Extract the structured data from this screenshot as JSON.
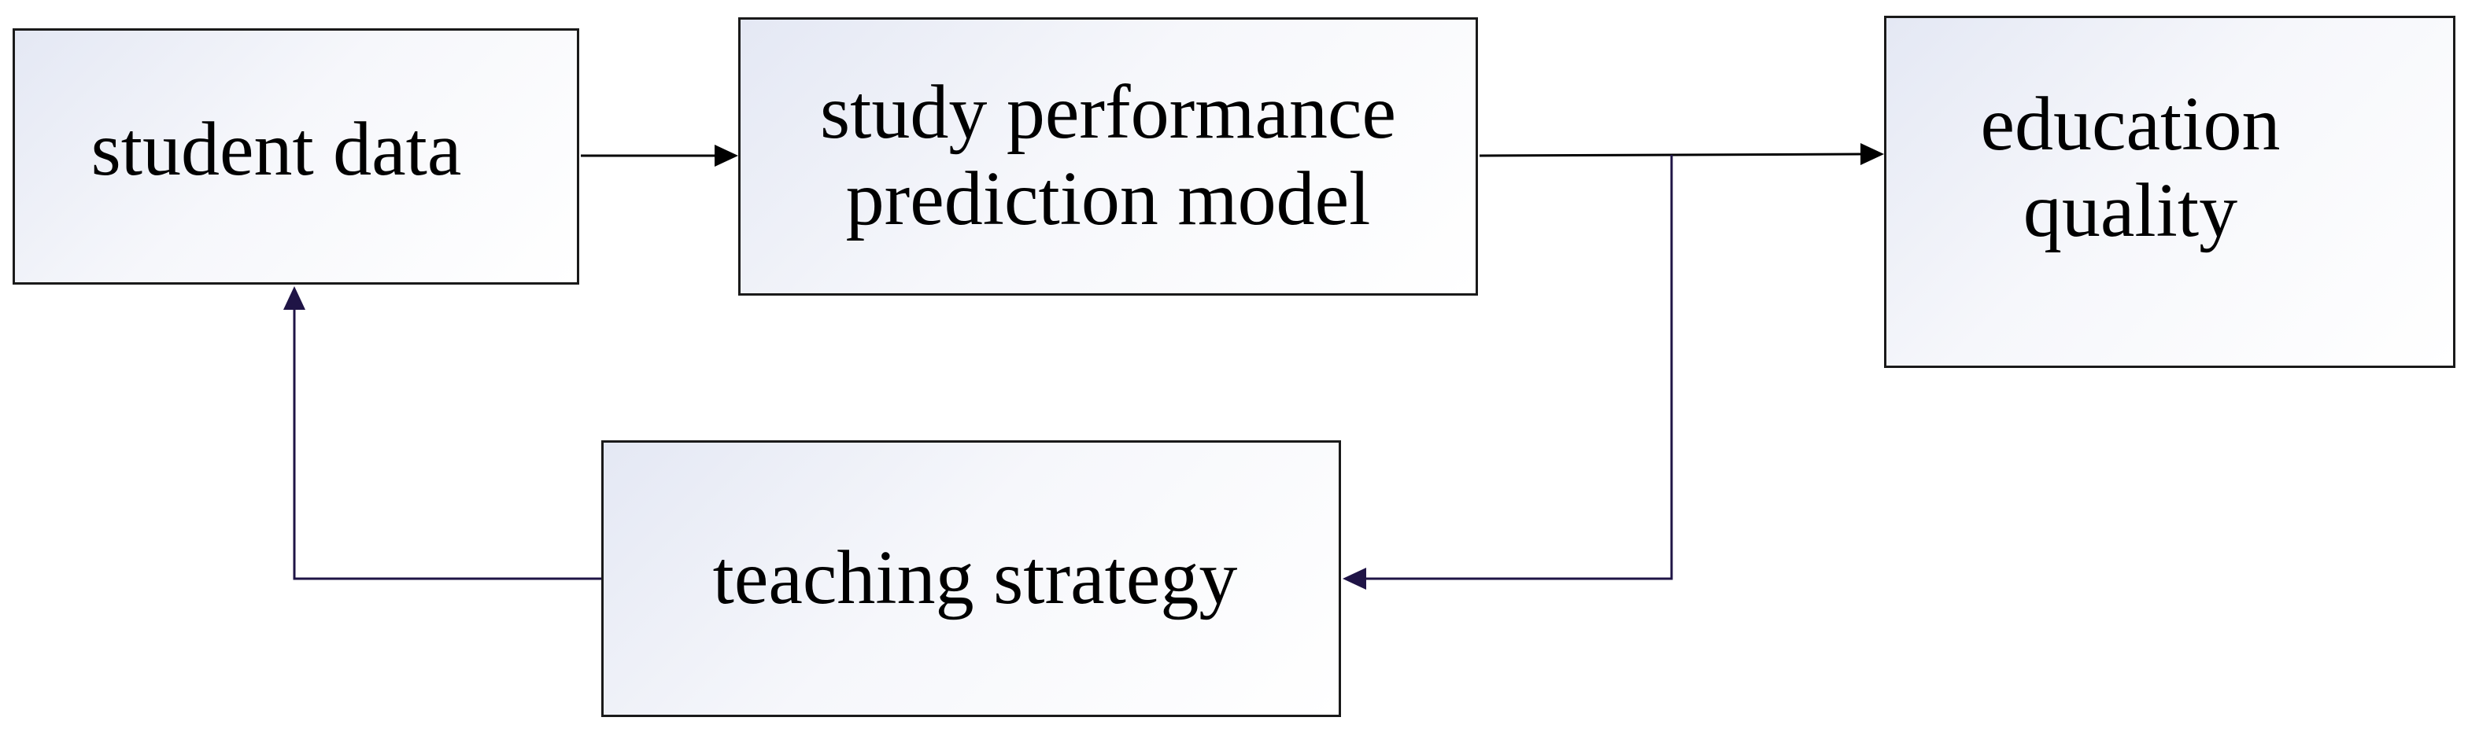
{
  "diagram": {
    "nodes": {
      "student_data": {
        "label": "student data"
      },
      "prediction_model": {
        "label": "study performance\nprediction model"
      },
      "education_quality": {
        "label": "education\nquality"
      },
      "teaching_strategy": {
        "label": "teaching strategy"
      }
    },
    "edges": [
      {
        "from": "student_data",
        "to": "prediction_model"
      },
      {
        "from": "prediction_model",
        "to": "education_quality"
      },
      {
        "from": "prediction_model",
        "to": "teaching_strategy"
      },
      {
        "from": "teaching_strategy",
        "to": "student_data"
      }
    ],
    "colors": {
      "box_border": "#1a1a1a",
      "box_fill_start": "#e4e8f4",
      "box_fill_end": "#ffffff",
      "forward_arrow": "#000000",
      "feedback_arrow": "#1f1446",
      "text": "#000000"
    }
  }
}
